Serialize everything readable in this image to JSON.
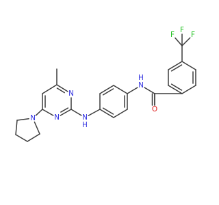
{
  "molecule": {
    "colors": {
      "bond": "#3b3b3b",
      "nitrogen": "#3030e0",
      "oxygen": "#e02020",
      "fluorine": "#20c020",
      "background": "#ffffff"
    },
    "labels": {
      "n_pyrimidine_top": "N",
      "n_pyrimidine_bottom": "N",
      "n_pyrrolidine": "N",
      "n_amine": "N",
      "h_amine": "H",
      "n_amide": "N",
      "h_amide": "H",
      "o_carbonyl": "O",
      "f1": "F",
      "f2": "F",
      "f3": "F"
    }
  }
}
